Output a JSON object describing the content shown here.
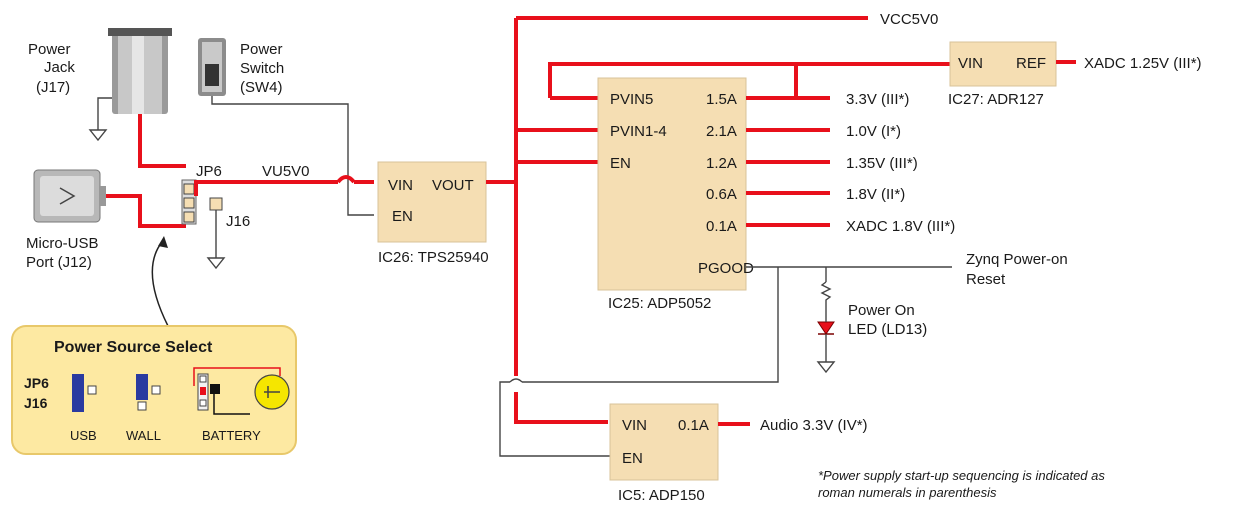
{
  "components": {
    "power_jack": {
      "name": "Power",
      "name2": "Jack",
      "ref": "(J17)"
    },
    "power_switch": {
      "name": "Power",
      "name2": "Switch",
      "ref": "(SW4)"
    },
    "usb_port": {
      "name": "Micro-USB",
      "name2": "Port (J12)"
    },
    "jp6": "JP6",
    "j16": "J16",
    "vu5v0": "VU5V0",
    "vcc5v0": "VCC5V0"
  },
  "ic26": {
    "name": "IC26: TPS25940",
    "pins": {
      "vin": "VIN",
      "vout": "VOUT",
      "en": "EN"
    }
  },
  "ic25": {
    "name": "IC25: ADP5052",
    "pins": {
      "pvin5": "PVIN5",
      "pvin14": "PVIN1-4",
      "en": "EN",
      "pgood": "PGOOD"
    },
    "currents": [
      "1.5A",
      "2.1A",
      "1.2A",
      "0.6A",
      "0.1A"
    ],
    "outputs": [
      "3.3V (III*)",
      "1.0V (I*)",
      "1.35V (III*)",
      "1.8V (II*)",
      "XADC 1.8V (III*)"
    ]
  },
  "ic27": {
    "name": "IC27: ADR127",
    "pins": {
      "vin": "VIN",
      "ref": "REF"
    },
    "output": "XADC 1.25V (III*)"
  },
  "ic5": {
    "name": "IC5: ADP150",
    "pins": {
      "vin": "VIN",
      "en": "EN"
    },
    "current": "0.1A",
    "output": "Audio 3.3V (IV*)"
  },
  "reset": {
    "line1": "Zynq Power-on",
    "line2": "Reset"
  },
  "led": {
    "line1": "Power On",
    "line2": "LED (LD13)"
  },
  "power_source_select": {
    "title": "Power Source Select",
    "jp6": "JP6",
    "j16": "J16",
    "options": [
      "USB",
      "WALL",
      "BATTERY"
    ]
  },
  "footnote": {
    "line1": "*Power supply start-up sequencing is indicated as",
    "line2": "roman numerals in parenthesis"
  },
  "colors": {
    "rail": "#e8101b",
    "ic_box": "#f5deb3",
    "pss_box": "#fde9a2",
    "jumper_blue": "#2a3aa0"
  }
}
